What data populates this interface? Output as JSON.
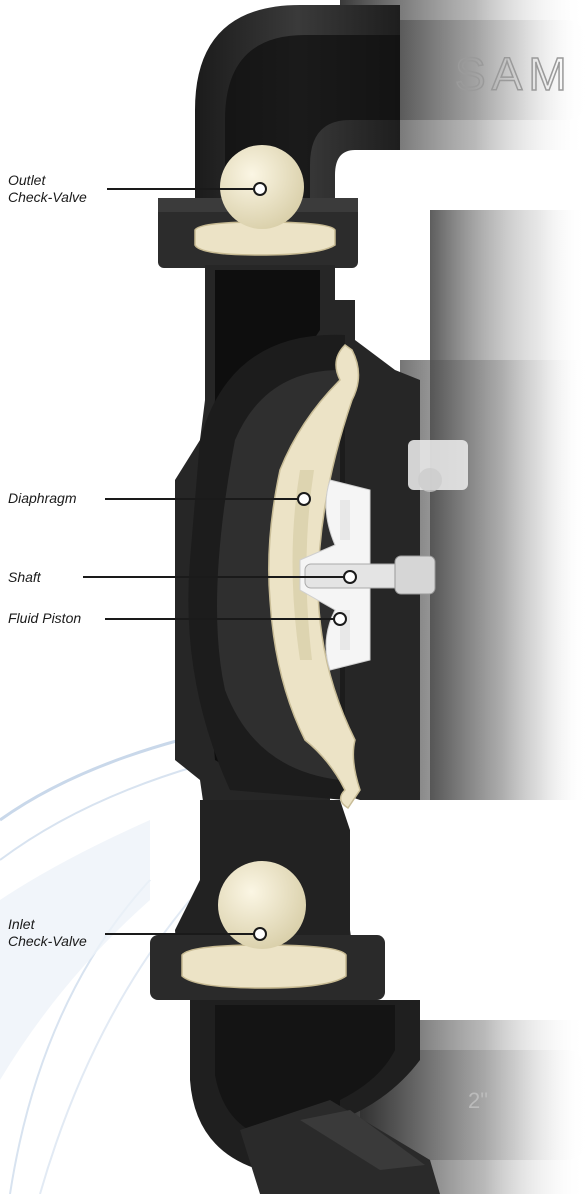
{
  "labels": {
    "outlet_check_valve": {
      "line1": "Outlet",
      "line2": "Check-Valve"
    },
    "diaphragm": "Diaphragm",
    "shaft": "Shaft",
    "fluid_piston": "Fluid Piston",
    "inlet_check_valve": {
      "line1": "Inlet",
      "line2": "Check-Valve"
    }
  },
  "colors": {
    "pump_body": "#2b2b2b",
    "pump_body_dark": "#151515",
    "elastomer": "#ece3c6",
    "leader_line": "#1a1a1a",
    "swoosh": "#c9d8ea"
  }
}
